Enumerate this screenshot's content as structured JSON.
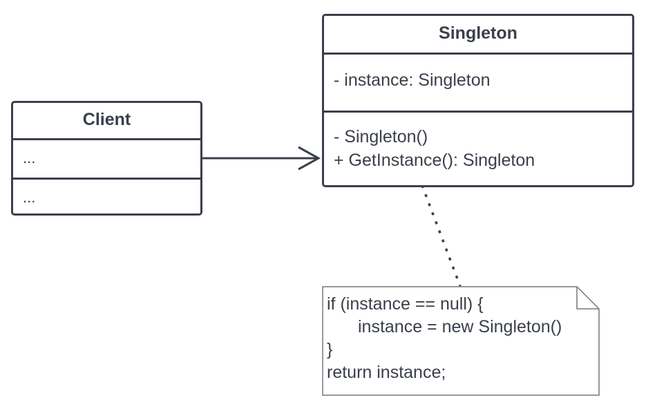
{
  "client": {
    "name": "Client",
    "attributes": "...",
    "operations": "..."
  },
  "singleton": {
    "name": "Singleton",
    "attributes": [
      "- instance: Singleton"
    ],
    "operations": [
      "- Singleton()",
      "+ GetInstance(): Singleton"
    ]
  },
  "note": {
    "lines": [
      "if (instance == null) {",
      "instance = new Singleton()",
      "}",
      "return instance;"
    ]
  },
  "colors": {
    "stroke": "#3a3f4b",
    "note_stroke": "#777777",
    "background": "#ffffff"
  }
}
